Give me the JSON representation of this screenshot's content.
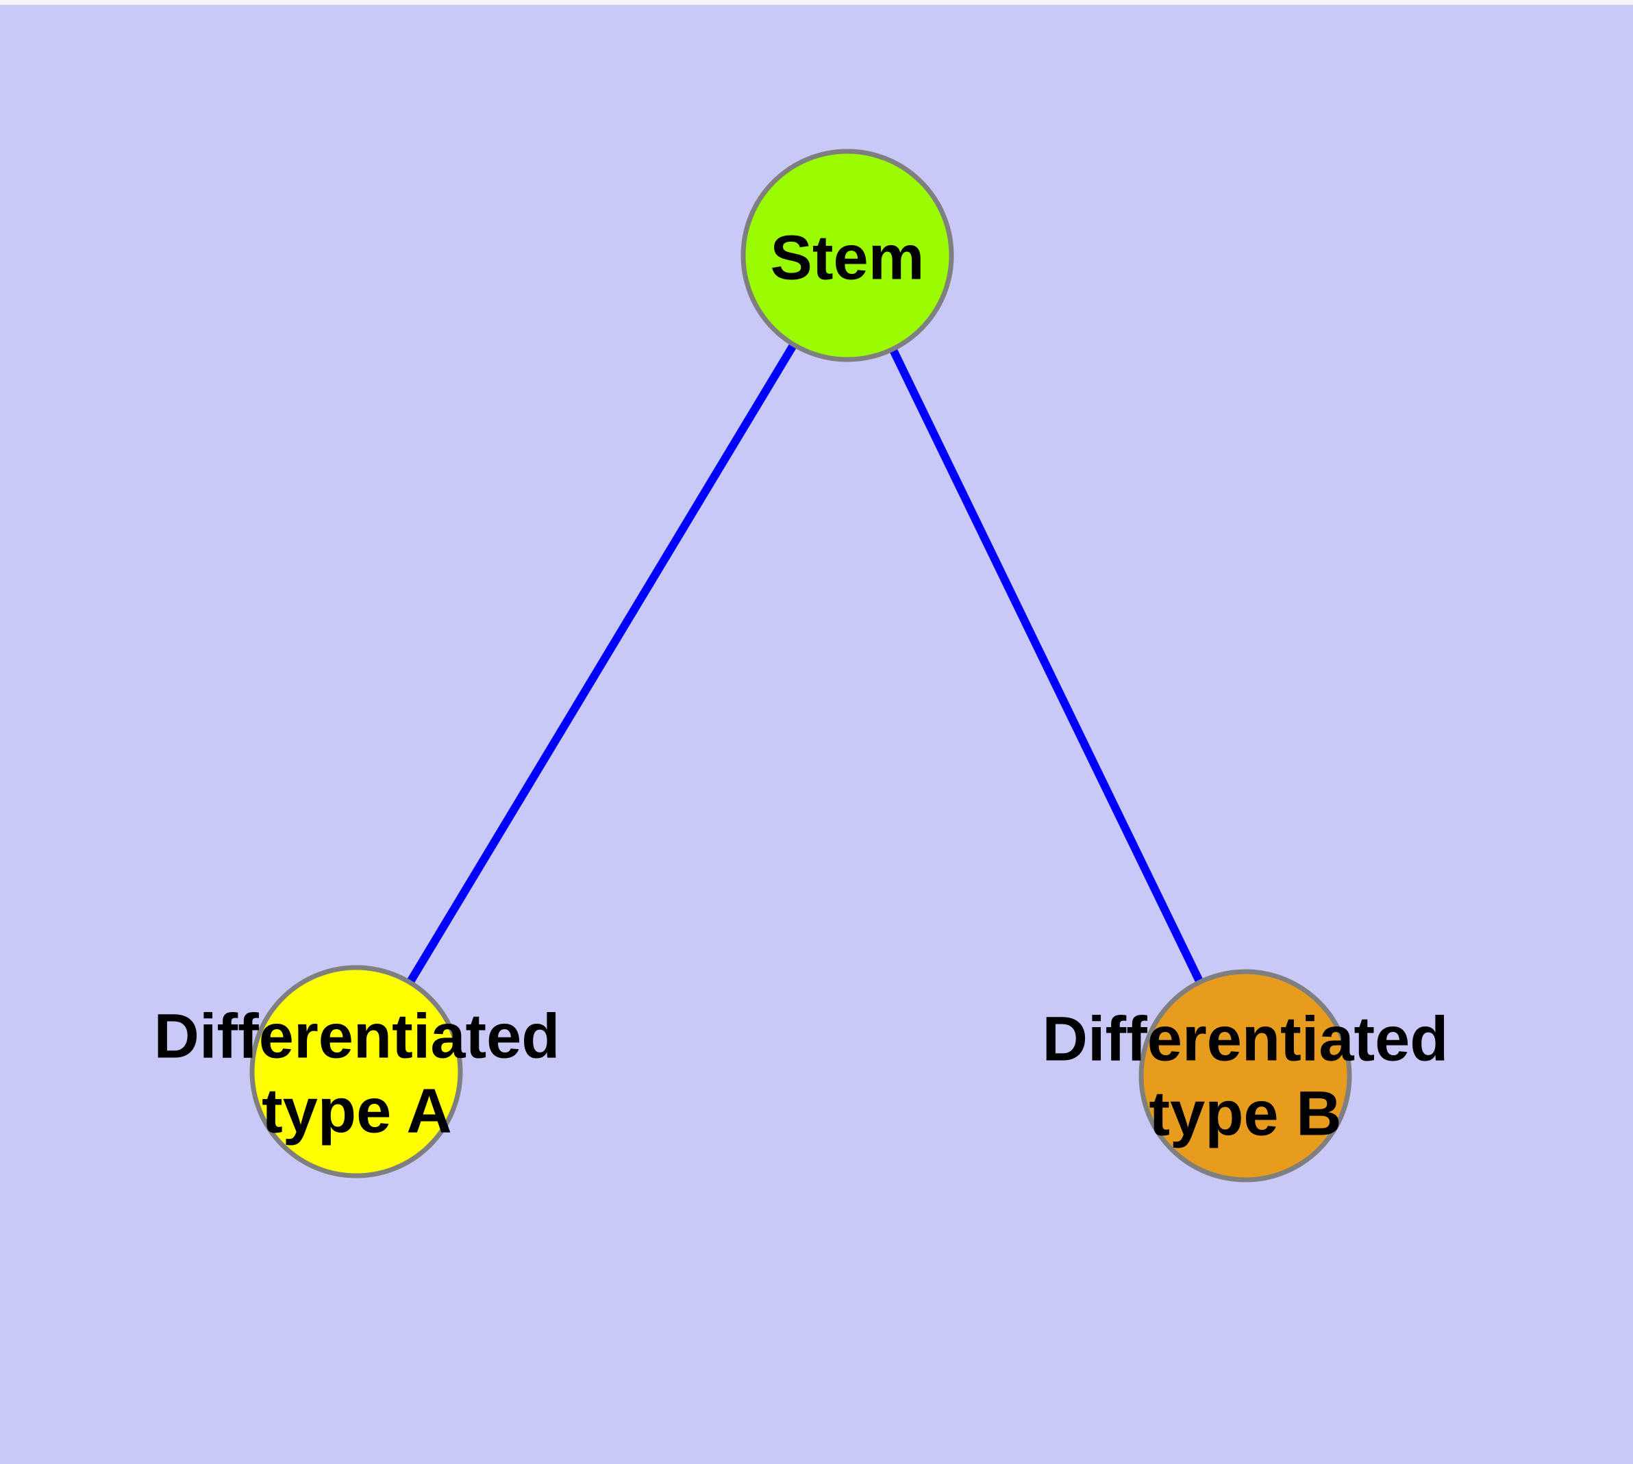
{
  "diagram": {
    "background_color": "#C9C9F7",
    "top_strip_color": "#F4F4FB",
    "edge_color": "#0000FF",
    "node_border_color": "#7F7F7F",
    "label_color": "#000000",
    "nodes": [
      {
        "id": "stem",
        "label": "Stem",
        "color": "#9BFB00"
      },
      {
        "id": "differentiated-type-a",
        "label": "Differentiated\ntype A",
        "color": "#FFFF00"
      },
      {
        "id": "differentiated-type-b",
        "label": "Differentiated\ntype B",
        "color": "#E89C1E"
      }
    ],
    "edges": [
      {
        "from": "stem",
        "to": "differentiated-type-a"
      },
      {
        "from": "stem",
        "to": "differentiated-type-b"
      }
    ]
  }
}
